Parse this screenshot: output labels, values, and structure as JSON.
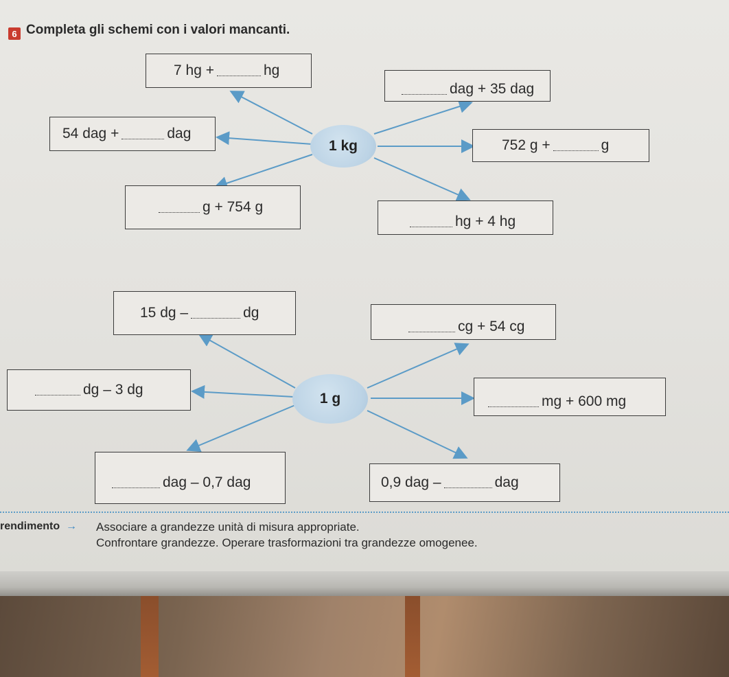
{
  "exercise": {
    "number": "6",
    "title": "Completa gli schemi con i valori mancanti."
  },
  "diagram1": {
    "center": "1 kg",
    "top_left": {
      "before": "7 hg +",
      "after": "hg"
    },
    "mid_left": {
      "before": "54 dag +",
      "after": "dag"
    },
    "bottom_left": {
      "before": "",
      "after": "g + 754 g"
    },
    "top_right": {
      "before": "",
      "after": "dag + 35 dag"
    },
    "mid_right": {
      "before": "752 g +",
      "after": "g"
    },
    "bottom_right": {
      "before": "",
      "after": "hg + 4 hg"
    }
  },
  "diagram2": {
    "center": "1 g",
    "top_left": {
      "before": "15 dg –",
      "after": "dg"
    },
    "mid_left": {
      "before": "",
      "after": "dg – 3 dg"
    },
    "bottom_left": {
      "before": "",
      "after": "dag – 0,7 dag"
    },
    "top_right": {
      "before": "",
      "after": "cg + 54 cg"
    },
    "mid_right": {
      "before": "",
      "after": "mg + 600 mg"
    },
    "bottom_right": {
      "before": "0,9 dag –",
      "after": "dag"
    }
  },
  "footer": {
    "label": "rendimento",
    "arrow": "→",
    "line1": "Associare a grandezze unità di misura appropriate.",
    "line2": "Confrontare grandezze. Operare trasformazioni tra grandezze omogenee."
  },
  "colors": {
    "accent": "#5b9bc7",
    "box_border": "#3a3a3a",
    "number_badge": "#c93b2e"
  }
}
